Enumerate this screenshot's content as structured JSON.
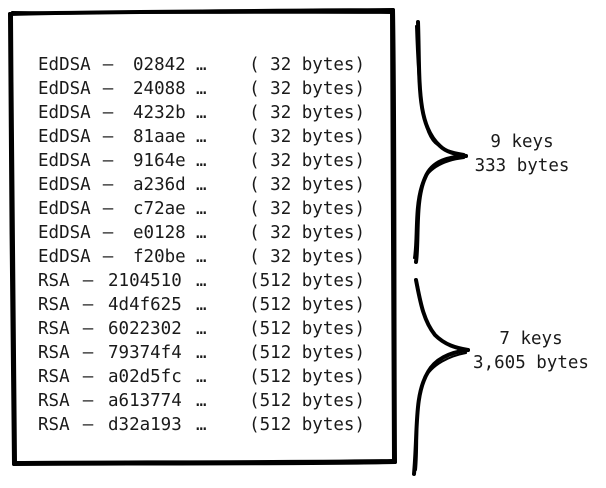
{
  "keys": [
    {
      "alg": "EdDSA",
      "id": "02842",
      "size": "( 32 bytes)"
    },
    {
      "alg": "EdDSA",
      "id": "24088",
      "size": "( 32 bytes)"
    },
    {
      "alg": "EdDSA",
      "id": "4232b",
      "size": "( 32 bytes)"
    },
    {
      "alg": "EdDSA",
      "id": "81aae",
      "size": "( 32 bytes)"
    },
    {
      "alg": "EdDSA",
      "id": "9164e",
      "size": "( 32 bytes)"
    },
    {
      "alg": "EdDSA",
      "id": "a236d",
      "size": "( 32 bytes)"
    },
    {
      "alg": "EdDSA",
      "id": "c72ae",
      "size": "( 32 bytes)"
    },
    {
      "alg": "EdDSA",
      "id": "e0128",
      "size": "( 32 bytes)"
    },
    {
      "alg": "EdDSA",
      "id": "f20be",
      "size": "( 32 bytes)"
    },
    {
      "alg": "RSA",
      "id": "2104510",
      "size": "(512 bytes)"
    },
    {
      "alg": "RSA",
      "id": "4d4f625",
      "size": "(512 bytes)"
    },
    {
      "alg": "RSA",
      "id": "6022302",
      "size": "(512 bytes)"
    },
    {
      "alg": "RSA",
      "id": "79374f4",
      "size": "(512 bytes)"
    },
    {
      "alg": "RSA",
      "id": "a02d5fc",
      "size": "(512 bytes)"
    },
    {
      "alg": "RSA",
      "id": "a613774",
      "size": "(512 bytes)"
    },
    {
      "alg": "RSA",
      "id": "d32a193",
      "size": "(512 bytes)"
    }
  ],
  "separator": "–",
  "ellipsis": "…",
  "groups": [
    {
      "count_label": "9 keys",
      "total_label": "333 bytes"
    },
    {
      "count_label": "7 keys",
      "total_label": "3,605 bytes"
    }
  ]
}
